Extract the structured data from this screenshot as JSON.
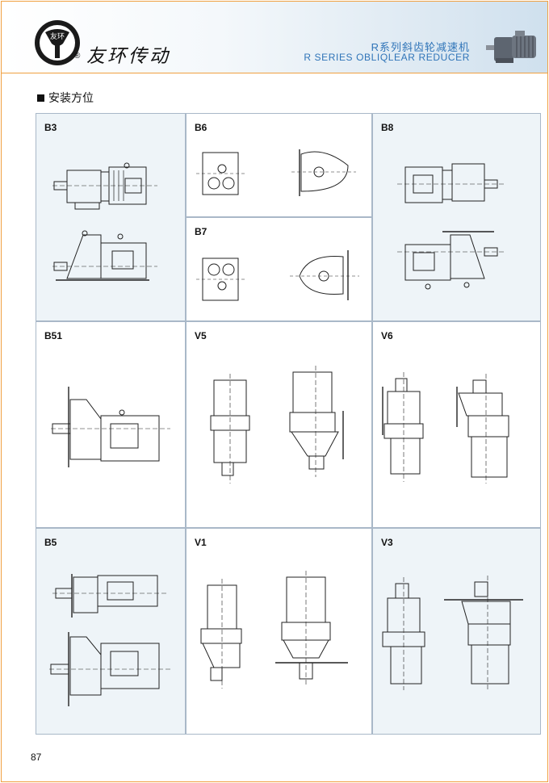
{
  "header": {
    "logo_text": "友环",
    "registered_mark": "®",
    "brand": "友环传动",
    "title_cn": "R系列斜齿轮减速机",
    "title_en": "R SERIES OBLIQLEAR REDUCER"
  },
  "section_title": "安装方位",
  "positions": {
    "b3": "B3",
    "b6": "B6",
    "b7": "B7",
    "b8": "B8",
    "b51": "B51",
    "v5": "V5",
    "v6": "V6",
    "b5": "B5",
    "v1": "V1",
    "v3": "V3"
  },
  "page_number": "87"
}
